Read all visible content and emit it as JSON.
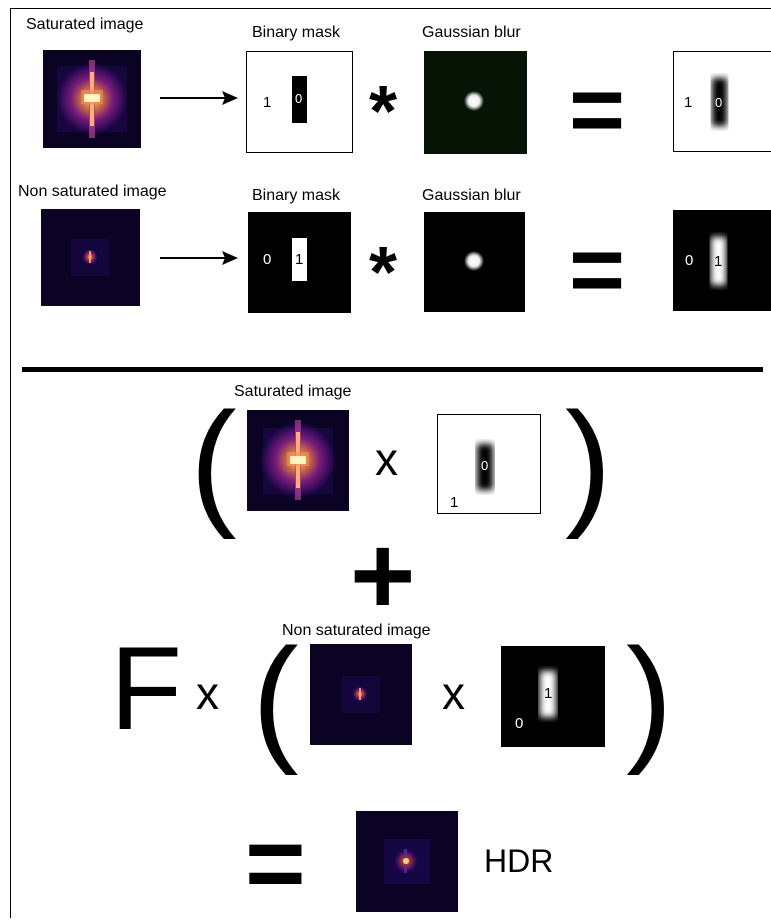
{
  "row1": {
    "title": "Saturated image",
    "mask_title": "Binary mask",
    "blur_title": "Gaussian blur",
    "mask_outside": "1",
    "mask_inside": "0",
    "result_outside": "1",
    "result_inside": "0"
  },
  "row2": {
    "title": "Non saturated image",
    "mask_title": "Binary mask",
    "blur_title": "Gaussian blur",
    "mask_outside": "0",
    "mask_inside": "1",
    "result_outside": "0",
    "result_inside": "1"
  },
  "operators": {
    "convolve": "*",
    "equals": "=",
    "times": "x",
    "plus": "+",
    "open_paren": "(",
    "close_paren": ")",
    "factor": "F"
  },
  "formula": {
    "term1_title": "Saturated image",
    "term1_mask_inside": "0",
    "term1_mask_outside": "1",
    "term2_title": "Non saturated image",
    "term2_mask_inside": "1",
    "term2_mask_outside": "0",
    "result_label": "HDR"
  },
  "colors": {
    "background": "#ffffff",
    "ink": "#000000",
    "image_background": "#0a0324",
    "blur_background": "#061406",
    "colormap": "inferno"
  }
}
